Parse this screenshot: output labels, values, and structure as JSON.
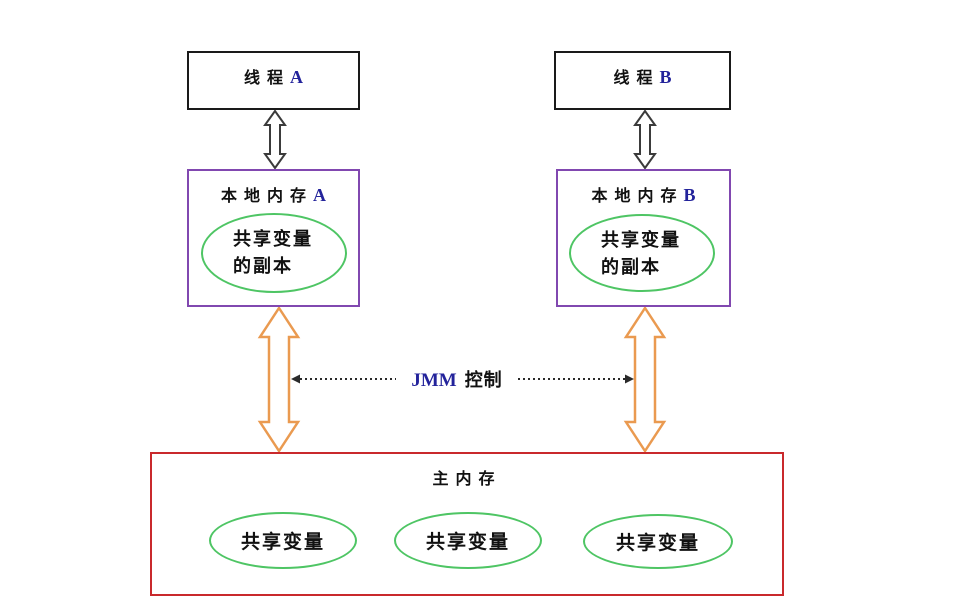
{
  "diagram": {
    "thread_a": {
      "label_cjk": "线程",
      "label_suffix": "A"
    },
    "thread_b": {
      "label_cjk": "线程",
      "label_suffix": "B"
    },
    "local_memory_a": {
      "title_cjk": "本地内存",
      "title_suffix": "A",
      "copy_line1": "共享变量",
      "copy_line2": "的副本"
    },
    "local_memory_b": {
      "title_cjk": "本地内存",
      "title_suffix": "B",
      "copy_line1": "共享变量",
      "copy_line2": "的副本"
    },
    "jmm_label": {
      "latin": "JMM",
      "cjk": "控制"
    },
    "main_memory": {
      "title": "主内存",
      "shared_vars": [
        "共享变量",
        "共享变量",
        "共享变量"
      ]
    },
    "colors": {
      "thread_border": "#1a1a1a",
      "local_border": "#8148b0",
      "ellipse_green": "#4ec564",
      "main_border": "#c9292c",
      "arrow_orange": "#ea9a50",
      "arrow_gray": "#3b3b3b",
      "latin_navy": "#23239b",
      "dotted_line": "#2a2a2a"
    }
  }
}
